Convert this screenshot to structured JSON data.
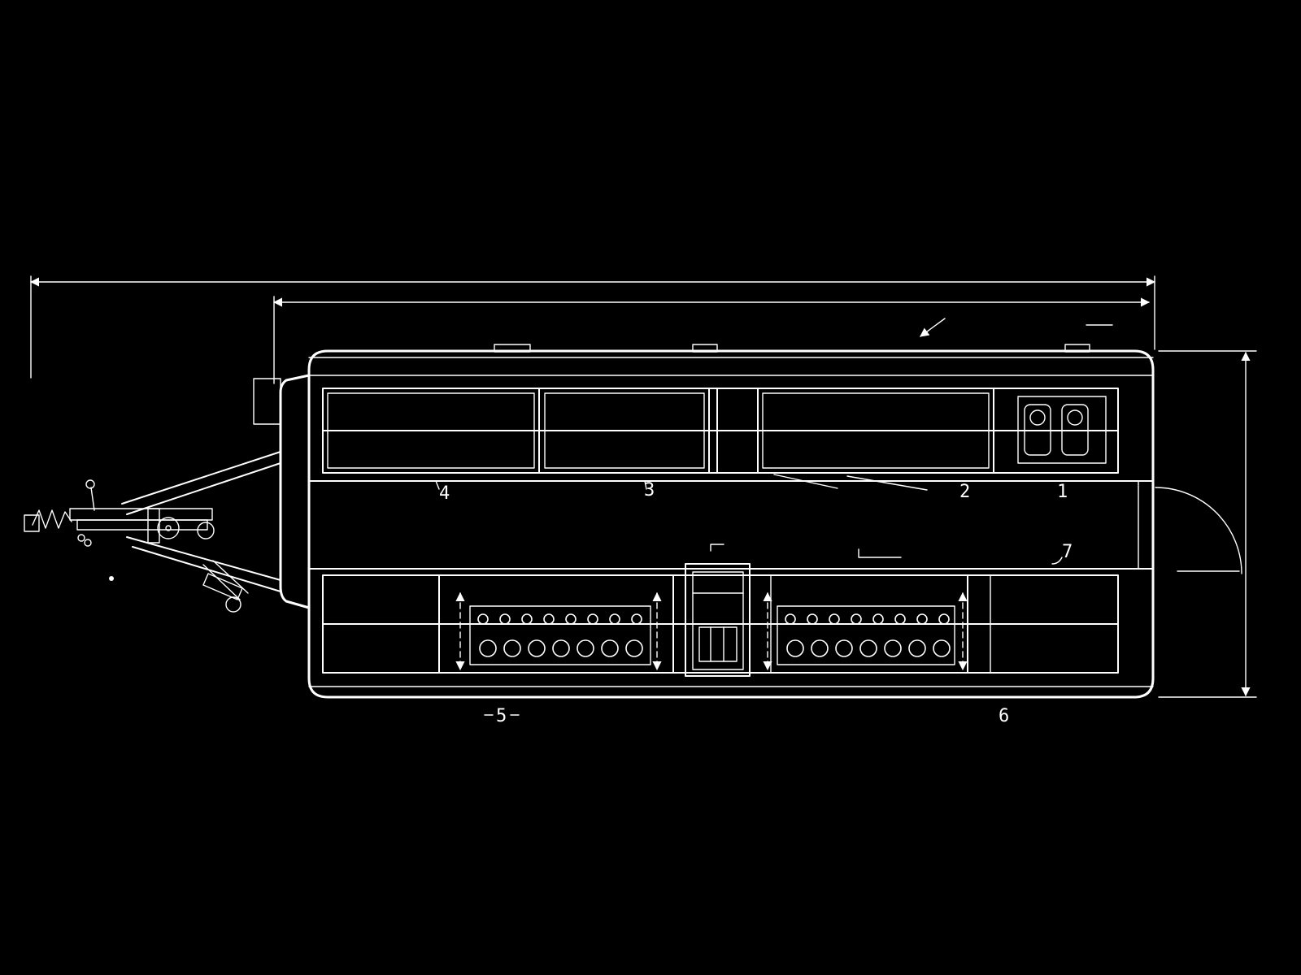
{
  "colors": {
    "background": "#000000",
    "line": "#ffffff"
  },
  "callouts": {
    "c1": "1",
    "c2": "2",
    "c3": "3",
    "c4": "4",
    "c5": "5",
    "c6": "6",
    "c7": "7"
  },
  "perforated_strips": {
    "top_hole_count": 8,
    "bottom_hole_count": 7
  }
}
